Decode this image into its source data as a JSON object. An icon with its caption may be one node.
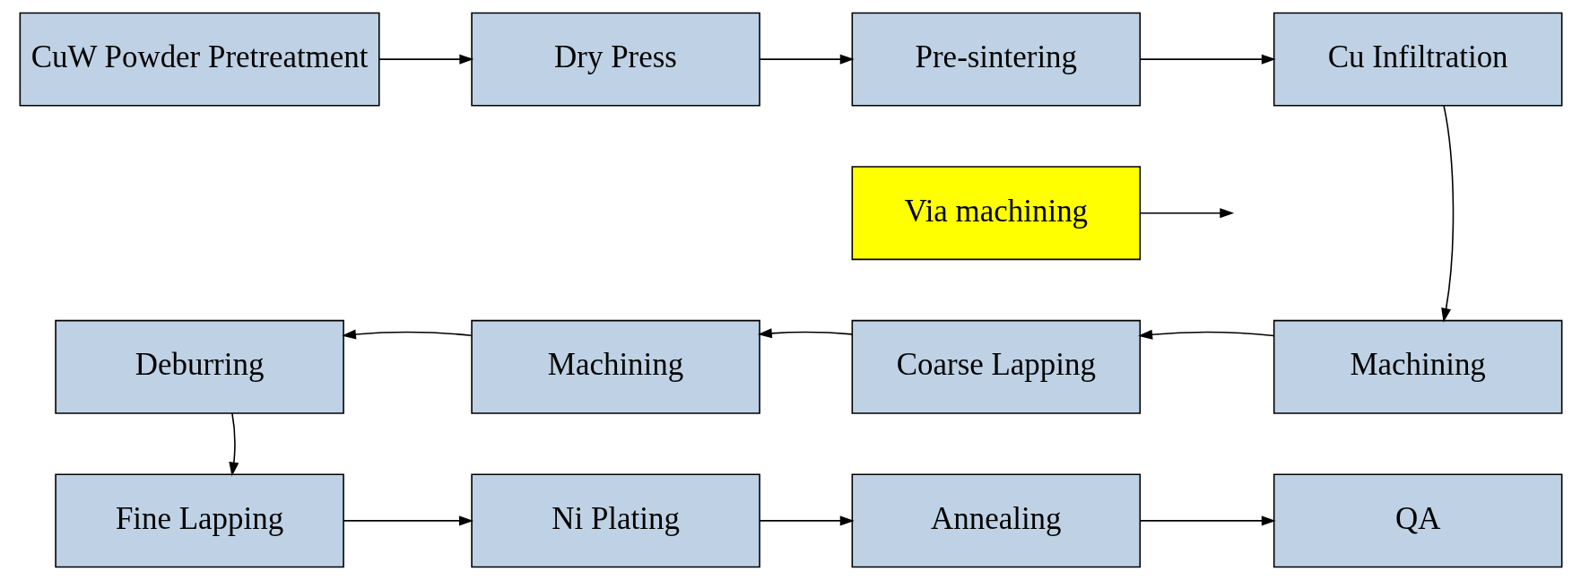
{
  "diagram": {
    "nodes": [
      {
        "text": [
          "CuW Powder Pretreatment"
        ]
      },
      {
        "text": [
          "Dry Press"
        ]
      },
      {
        "text": [
          "Pre-sintering"
        ]
      },
      {
        "text": [
          "Cu Infiltration"
        ]
      },
      {
        "text": [
          "Via machining"
        ]
      },
      {
        "text": [
          "Deburring"
        ]
      },
      {
        "text": [
          "Machining"
        ]
      },
      {
        "text": [
          "Coarse Lapping"
        ]
      },
      {
        "text": [
          "Machining"
        ]
      },
      {
        "text": [
          "Fine Lapping"
        ]
      },
      {
        "text": [
          "Ni Plating"
        ]
      },
      {
        "text": [
          "Annealing"
        ]
      },
      {
        "text": [
          "QA"
        ]
      }
    ],
    "edges": [
      {
        "from": 0,
        "to": 1,
        "arrow": "to"
      },
      {
        "from": 1,
        "to": 2,
        "arrow": "to"
      },
      {
        "from": 2,
        "to": 3,
        "arrow": "to"
      },
      {
        "from": 4,
        "to": null,
        "arrow": "to"
      },
      {
        "from": 3,
        "to": 8,
        "arrow": "to"
      },
      {
        "from": 8,
        "to": 7,
        "arrow": "to"
      },
      {
        "from": 7,
        "to": 6,
        "arrow": "to"
      },
      {
        "from": 6,
        "to": 5,
        "arrow": "to"
      },
      {
        "from": 5,
        "to": 9,
        "arrow": "to"
      },
      {
        "from": 9,
        "to": 10,
        "arrow": "to"
      },
      {
        "from": 10,
        "to": 11,
        "arrow": "to"
      },
      {
        "from": 11,
        "to": 12,
        "arrow": "to"
      }
    ]
  }
}
